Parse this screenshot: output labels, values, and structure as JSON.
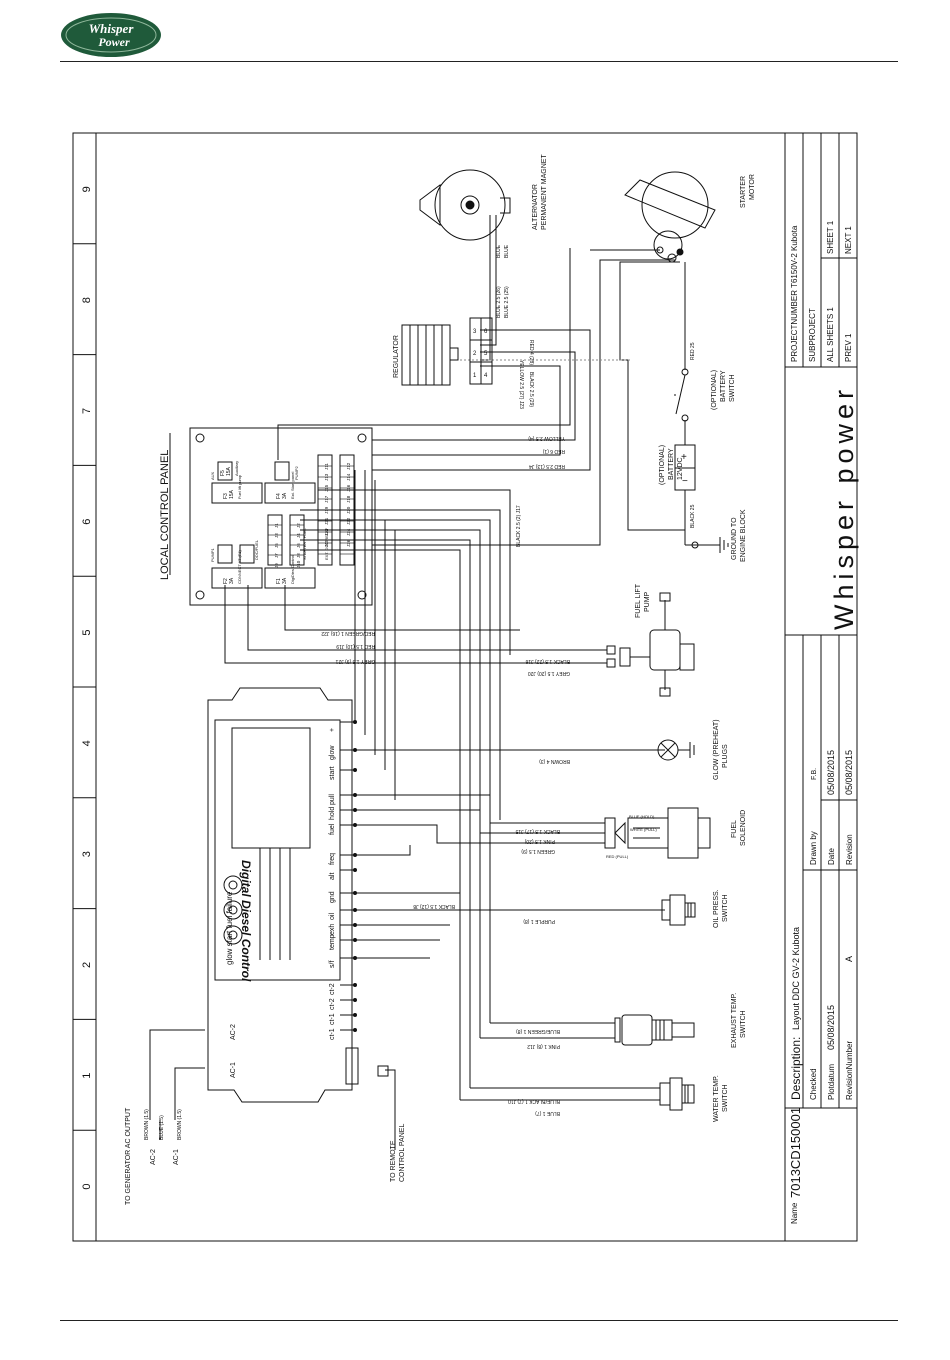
{
  "logo": {
    "line1": "Whisper",
    "line2": "Power"
  },
  "border": {
    "zones": [
      "9",
      "8",
      "7",
      "6",
      "5",
      "4",
      "3",
      "2",
      "1",
      "0"
    ]
  },
  "title_block": {
    "company": "Whisper power",
    "name_label": "Name",
    "name_value": "7013CD150001",
    "description_label": "Description:",
    "description_value": "Layout DDC GV-2 Kubota",
    "checked_label": "Checked",
    "drawn_by_label": "Drawn by",
    "drawn_by_value": "F.B.",
    "plotdatum_label": "Plotdatum",
    "plotdatum_value": "05/08/2015",
    "date_label": "Date",
    "date_value": "05/08/2015",
    "revision_number_label": "RevisionNumber",
    "revision_number_value": "A",
    "revision_label": "Revision",
    "revision_value": "05/08/2015",
    "project_number": "PROJECTNUMBER  T6150V-2 Kubota",
    "subproject": "SUBPROJECT",
    "all_sheets": "ALL SHEETS  1",
    "prev": "PREV  1",
    "sheet": "SHEET  1",
    "next": "NEXT  1"
  },
  "labels": {
    "local_control_panel": "LOCAL CONTROL PANEL",
    "alternator": [
      "ALTERNATOR",
      "PERMANENT MAGNET"
    ],
    "starter": [
      "STARTER",
      "MOTOR"
    ],
    "regulator": "REGULATOR",
    "battery_switch": [
      "(OPTIONAL)",
      "BATTERY",
      "SWITCH"
    ],
    "battery": [
      "(OPTIONAL)",
      "BATTERY",
      "12VDC"
    ],
    "ground": [
      "GROUND TO",
      "ENGINE BLOCK"
    ],
    "fuel_lift_pump": [
      "FUEL LIFT",
      "PUMP"
    ],
    "glow_plugs": [
      "GLOW (PREHEAT)",
      "PLUGS"
    ],
    "fuel_solenoid": [
      "FUEL",
      "SOLENOID"
    ],
    "oil_press": [
      "OIL PRESS.",
      "SWITCH"
    ],
    "exhaust_temp": [
      "EXHAUST TEMP.",
      "SWITCH"
    ],
    "water_temp": [
      "WATER TEMP.",
      "SWITCH"
    ],
    "remote_panel": [
      "TO REMOTE",
      "CONTROL PANEL"
    ],
    "gen_output": "TO GENERATOR AC OUTPUT",
    "ac2": "AC-2",
    "ac1": "AC-1",
    "ddc_title": "Digital Diesel Control",
    "ddc_leds": "glow  start  fuel  failure",
    "ddc_terminals": [
      "+",
      "glow",
      "start",
      "pull",
      "hold",
      "fuel",
      "freq",
      "alt",
      "gnd",
      "oil",
      "exh",
      "temp",
      "s/f",
      "ct-2",
      "ct-2",
      "ct-1",
      "ct-1",
      "AC-2",
      "AC-1"
    ],
    "fuses": [
      {
        "id": "F1",
        "rating": "3A",
        "name": "DigiDies Control"
      },
      {
        "id": "F2",
        "rating": "3A",
        "name": "CONNECT AT (F1)"
      },
      {
        "id": "F3",
        "rating": "15A",
        "name": "Fuel lift pump"
      },
      {
        "id": "F4",
        "rating": "3A",
        "name": "Ext. Start panel"
      },
      {
        "id": "F5",
        "rating": "15A",
        "name": "Auxiliary"
      }
    ],
    "relays": [
      "PUMP1",
      "DDC/FUEL",
      "STARTER / FUEL",
      "EXT. DDC RELAY",
      "PUMP2",
      "AUX"
    ],
    "junctions": [
      "J1",
      "J2",
      "J3",
      "J4",
      "J5",
      "J6",
      "J7",
      "J8",
      "J9",
      "J10",
      "J11",
      "J12",
      "J13",
      "J14",
      "J15",
      "J16",
      "J17",
      "J18",
      "J19",
      "J20",
      "J21",
      "J22",
      "J23",
      "J24",
      "J25",
      "J26"
    ],
    "alternator_wires": [
      "BLUE",
      "BLUE",
      "BLUE 2.5 (26)",
      "BLUE 2.5 (25)"
    ],
    "regulator_wires": [
      "RED 4 (28)",
      "YELLOW 2.5 (27) J23",
      "BLACK 2.5 (29)"
    ],
    "regulator_pins": [
      "3",
      "2",
      "1",
      "6",
      "5",
      "4"
    ],
    "battery_wires": [
      "RED 25",
      "BLACK 25",
      "BLACK 2.5 (2) J17"
    ],
    "panel_wires": [
      "YELLOW 2.5 (4)",
      "RED 6 (1)",
      "RED 2.5 (13) J4",
      "RED/GREEN 1 (16) J22",
      "RED 1.5 (10) J19",
      "GREY 1.5 (9) J21",
      "BLACK 1.5 (22) J16",
      "GREY 1.5 (20) J20"
    ],
    "sensor_wires": [
      "BROWN 4 (3)",
      "BLACK 1.5 (17) J15",
      "PINK 1.5 (20)",
      "GREEN 1.5 (9)",
      "BLACK 1.5 (12) J8",
      "PURPLE 1 (8)",
      "BLUE/GREEN 1 (8)",
      "PINK 1 (8) J12",
      "BLUE/BLACK 1 (7) J10",
      "BLUE 1 (7)"
    ],
    "solenoid_tags": [
      "BLUE (HOLD)",
      "WHITE (PULL)",
      "RED (PULL)"
    ],
    "gen_wires": [
      "BROWN (1.5)",
      "BLUE (1.5)",
      "BROWN (1.5)"
    ]
  }
}
